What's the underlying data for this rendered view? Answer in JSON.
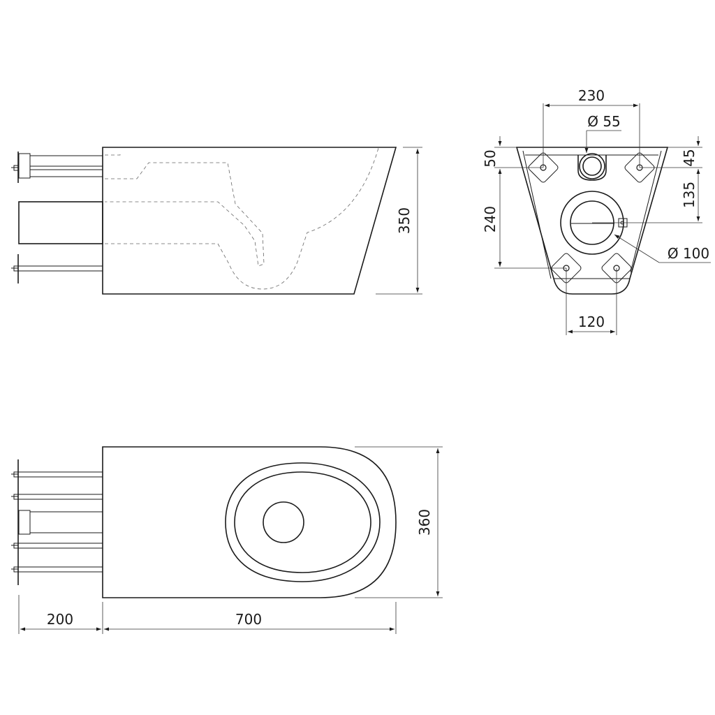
{
  "dimensions": {
    "side_height": "350",
    "front_width_top": "230",
    "front_outlet_diameter": "Ø 55",
    "front_left_offset_top": "50",
    "front_right_offset_top": "45",
    "front_left_offset_lower": "240",
    "front_right_offset_lower": "135",
    "front_bowl_diameter": "Ø 100",
    "front_width_bottom": "120",
    "top_width": "360",
    "top_bracket_depth": "200",
    "top_length": "700"
  }
}
